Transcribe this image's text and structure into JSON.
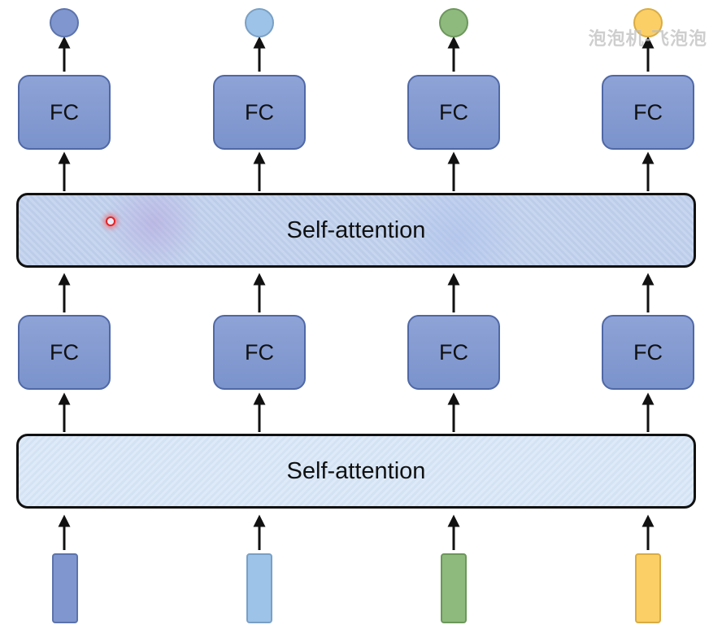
{
  "layers": {
    "fc_label": "FC",
    "self_attention_label": "Self-attention"
  },
  "colors": {
    "output_1": "#7f96cf",
    "output_2": "#9dc3e8",
    "output_3": "#8fba7e",
    "output_4": "#fccf66",
    "input_1": "#7f96cf",
    "input_2": "#9dc3e8",
    "input_3": "#8fba7e",
    "input_4": "#fccf66"
  },
  "watermark": "泡泡机-飞泡泡"
}
